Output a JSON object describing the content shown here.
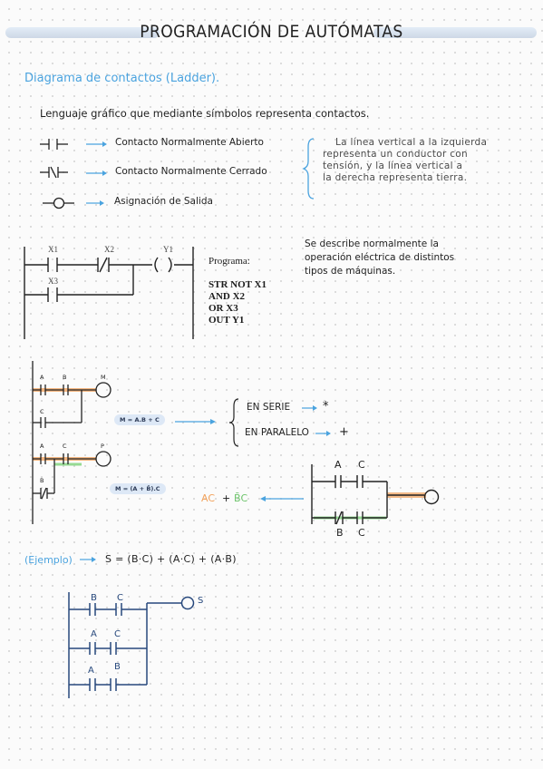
{
  "title": "PROGRAMACIÓN DE AUTÓMATAS",
  "section1": {
    "heading": "Diagrama de contactos (Ladder).",
    "intro": "Lenguaje gráfico que mediante símbolos representa contactos.",
    "legend": [
      {
        "label": "Contacto Normalmente Abierto"
      },
      {
        "label": "Contacto Normalmente Cerrado"
      },
      {
        "label": "Asignación de Salida"
      }
    ],
    "note_lines": [
      "La línea vertical a la izquierda",
      "representa un conductor con",
      "tensión, y la línea vertical a",
      "la derecha representa tierra."
    ]
  },
  "ladder1": {
    "labels": {
      "x1": "X1",
      "x2": "X2",
      "y1": "Y1",
      "x3": "X3"
    },
    "program_title": "Programa:",
    "program": [
      "STR NOT X1",
      "AND X2",
      "OR X3",
      "OUT Y1"
    ],
    "description_lines": [
      "Se describe normalmente la",
      "operación eléctrica de distintos",
      "tipos de máquinas."
    ]
  },
  "ladder2": {
    "top": {
      "a": "A",
      "b": "B",
      "m": "M",
      "c": "C",
      "formula": "M = A.B + C"
    },
    "bottom": {
      "a": "A",
      "c": "C",
      "p": "P",
      "b": "B",
      "formula": "M = (A + B̄).C"
    },
    "braces": [
      {
        "label": "EN SERIE",
        "symbol": "*"
      },
      {
        "label": "EN PARALELO",
        "symbol": "+"
      }
    ],
    "circuit_labels": {
      "a": "A",
      "c_top": "C",
      "b": "B",
      "c_bottom": "C"
    },
    "result_ac": "AC",
    "result_plus": "+",
    "result_bc": "B̄C"
  },
  "example": {
    "label": "(Ejemplo)",
    "formula": "S = (B·C) + (A·C) + (A·B)",
    "rows": [
      {
        "l1": "B",
        "l2": "C"
      },
      {
        "l1": "A",
        "l2": "C"
      },
      {
        "l1": "A",
        "l2": "B"
      }
    ],
    "output": "S"
  },
  "colors": {
    "accent_blue": "#4aa3df",
    "orange": "#f2a15a",
    "green": "#7ed27a",
    "title_bar": "#d6e0ec"
  }
}
